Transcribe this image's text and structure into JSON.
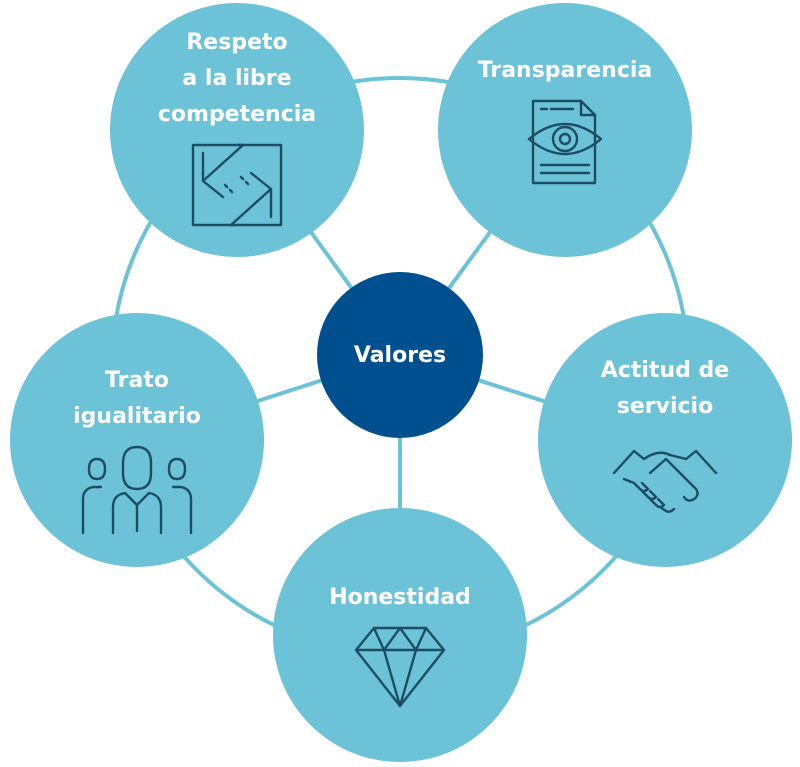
{
  "center": {
    "label": "Valores"
  },
  "values": [
    {
      "label": "Respeto\na la libre\ncompetencia",
      "icon": "competition-arrows-icon"
    },
    {
      "label": "Transparencia",
      "icon": "document-eye-icon"
    },
    {
      "label": "Actitud de\nservicio",
      "icon": "handshake-icon"
    },
    {
      "label": "Honestidad",
      "icon": "diamond-icon"
    },
    {
      "label": "Trato\nigualitario",
      "icon": "people-group-icon"
    }
  ],
  "colors": {
    "node": "#6cc2d6",
    "center": "#004f8f",
    "icon": "#1c4d63"
  }
}
